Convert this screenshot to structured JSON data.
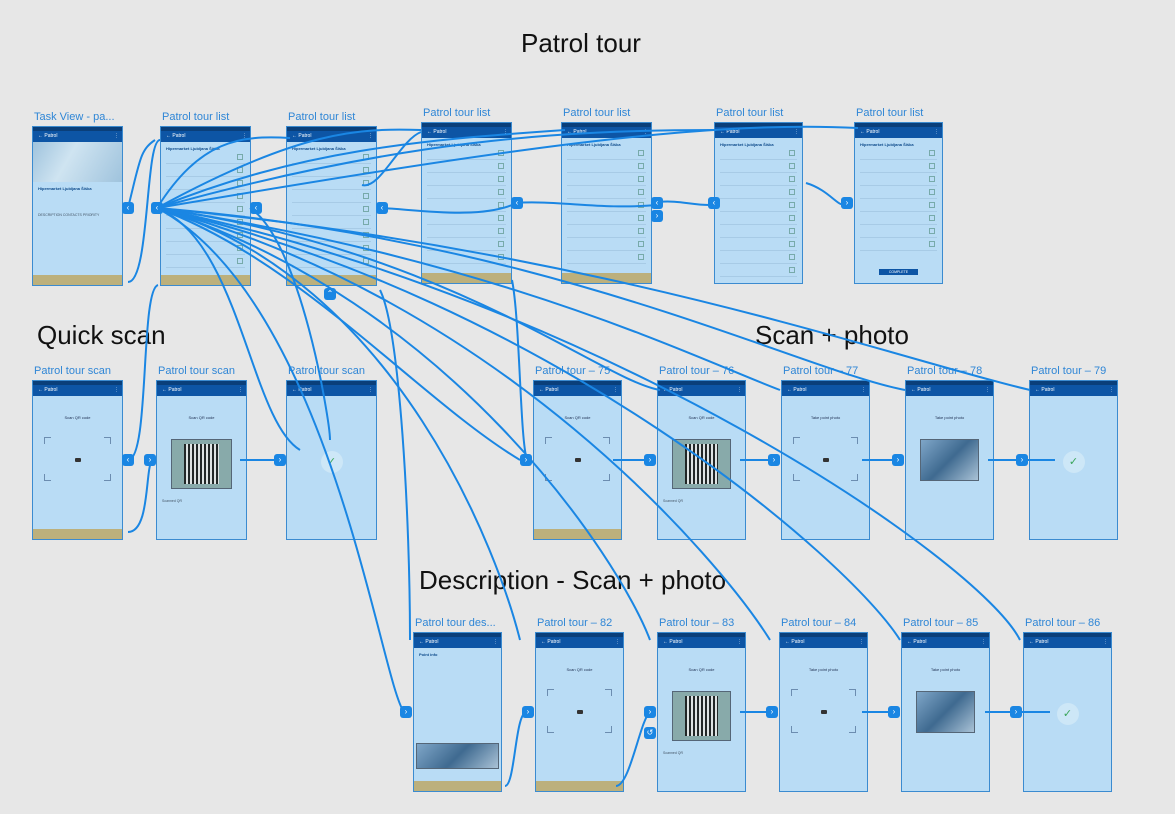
{
  "sections": {
    "patrol_tour": "Patrol tour",
    "quick_scan": "Quick scan",
    "scan_photo": "Scan + photo",
    "description_scan_photo": "Description - Scan + photo"
  },
  "appbar_title": "Patrol",
  "artboards": {
    "task_view": "Task View - pa...",
    "list1": "Patrol tour list",
    "list2": "Patrol tour list",
    "list3": "Patrol tour list",
    "list4": "Patrol tour list",
    "list5": "Patrol tour list",
    "list6": "Patrol tour list",
    "scan1": "Patrol tour scan",
    "scan2": "Patrol tour scan",
    "scan3": "Patrol tour scan",
    "t75": "Patrol tour – 75",
    "t76": "Patrol tour – 76",
    "t77": "Patrol tour – 77",
    "t78": "Patrol tour – 78",
    "t79": "Patrol tour – 79",
    "desc": "Patrol tour des...",
    "t82": "Patrol tour – 82",
    "t83": "Patrol tour – 83",
    "t84": "Patrol tour – 84",
    "t85": "Patrol tour – 85",
    "t86": "Patrol tour – 86"
  },
  "screen_text": {
    "scan_qr": "Scan QR code",
    "take_photo": "Take point photo",
    "store_name": "Hipermarket Ljubljana Šiška",
    "complete": "COMPLETE",
    "point_info": "Point info",
    "tabs": "DESCRIPTION   CONTACTS   PRIORITY",
    "scanned_qr": "Scanned QR"
  },
  "colors": {
    "wire": "#1a86e3",
    "screen": "#b9dcf5",
    "appbar": "#0d55a5"
  }
}
